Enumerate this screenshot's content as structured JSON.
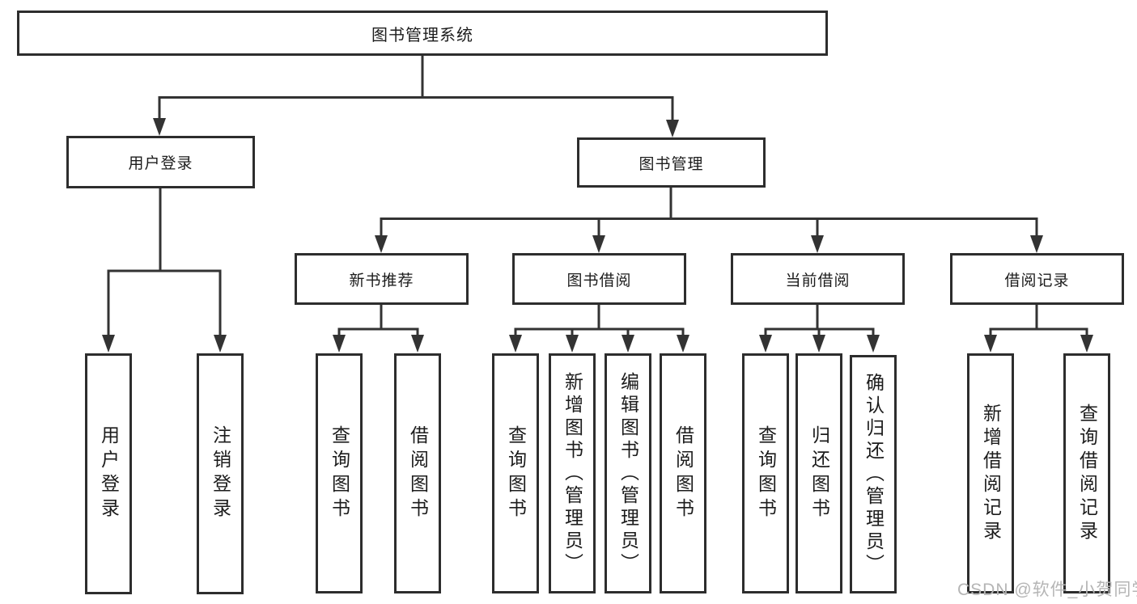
{
  "tree": {
    "root": "图书管理系统",
    "children": [
      {
        "label": "用户登录",
        "children": [
          "用户登录",
          "注销登录"
        ]
      },
      {
        "label": "图书管理",
        "children": [
          {
            "label": "新书推荐",
            "children": [
              "查询图书",
              "借阅图书"
            ]
          },
          {
            "label": "图书借阅",
            "children": [
              "查询图书",
              "新增图书（管理员）",
              "编辑图书（管理员）",
              "借阅图书"
            ]
          },
          {
            "label": "当前借阅",
            "children": [
              "查询图书",
              "归还图书",
              "确认归还（管理员）"
            ]
          },
          {
            "label": "借阅记录",
            "children": [
              "新增借阅记录",
              "查询借阅记录"
            ]
          }
        ]
      }
    ]
  },
  "watermark": {
    "text": "CSDN @软件_小贺同学",
    "color": "#b5b5b5"
  },
  "colors": {
    "background": "#ffffff",
    "box_border": "#2d2d2d",
    "connector_line": "#333333",
    "text": "#1c1c1c"
  }
}
